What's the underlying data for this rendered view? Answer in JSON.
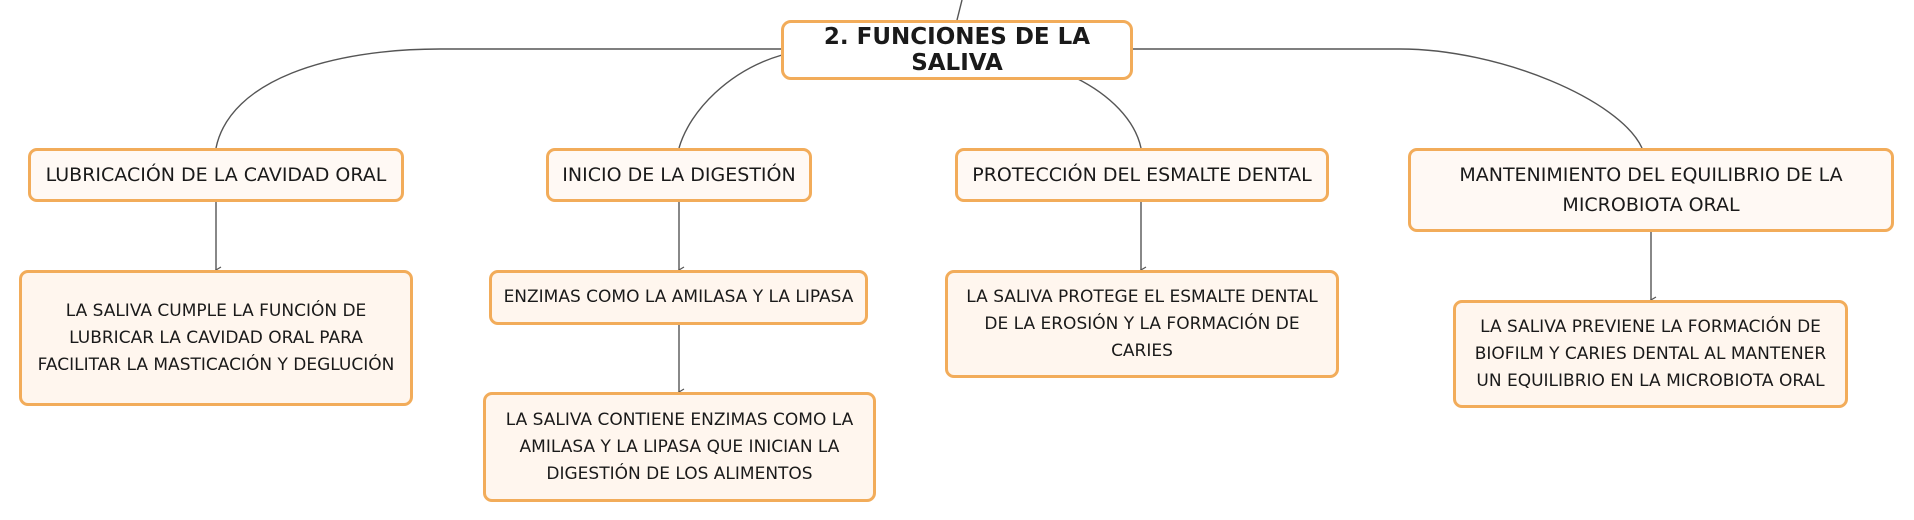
{
  "root": {
    "label": "2. FUNCIONES DE LA SALIVA"
  },
  "branches": [
    {
      "topic": "LUBRICACIÓN DE LA CAVIDAD ORAL",
      "details": [
        "LA SALIVA CUMPLE LA FUNCIÓN DE LUBRICAR LA CAVIDAD ORAL PARA FACILITAR LA MASTICACIÓN Y DEGLUCIÓN"
      ]
    },
    {
      "topic": "INICIO DE LA DIGESTIÓN",
      "details": [
        "ENZIMAS COMO LA AMILASA Y LA LIPASA",
        "LA SALIVA CONTIENE ENZIMAS COMO LA AMILASA Y LA LIPASA QUE INICIAN LA DIGESTIÓN DE LOS ALIMENTOS"
      ]
    },
    {
      "topic": "PROTECCIÓN DEL ESMALTE DENTAL",
      "details": [
        "LA SALIVA PROTEGE EL ESMALTE DENTAL DE LA EROSIÓN Y LA FORMACIÓN DE CARIES"
      ]
    },
    {
      "topic": "MANTENIMIENTO DEL EQUILIBRIO DE LA MICROBIOTA ORAL",
      "details": [
        "LA SALIVA PREVIENE LA FORMACIÓN DE BIOFILM Y CARIES DENTAL AL MANTENER UN EQUILIBRIO EN LA MICROBIOTA ORAL"
      ]
    }
  ],
  "colors": {
    "border": "#f2ac5a",
    "fill": "#fff6ee",
    "line": "#555555"
  }
}
